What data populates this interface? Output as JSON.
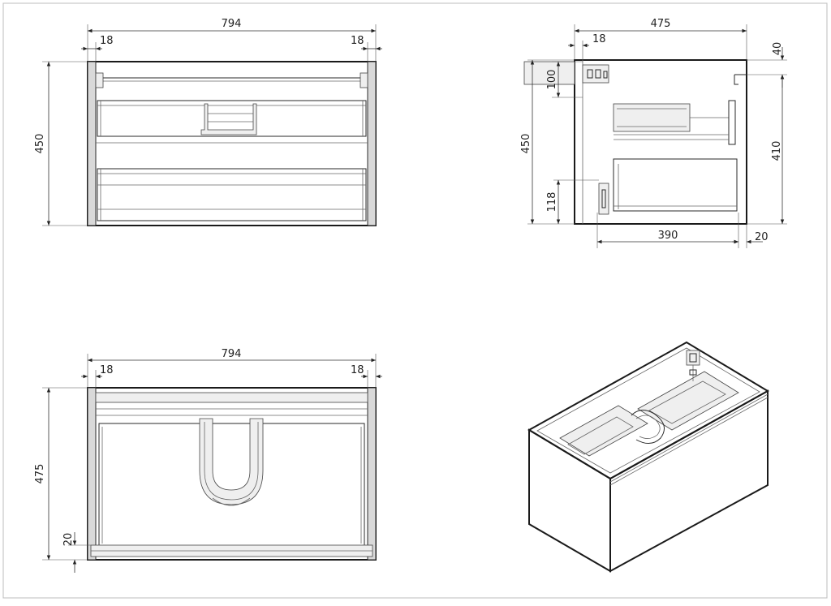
{
  "front_view": {
    "width": "794",
    "left_panel": "18",
    "right_panel": "18",
    "height": "450"
  },
  "side_view": {
    "depth": "475",
    "panel": "18",
    "top_gap": "40",
    "bracket": "100",
    "height": "450",
    "inner_height": "410",
    "bottom": "118",
    "inner_depth": "390",
    "back_gap": "20"
  },
  "top_view": {
    "width": "794",
    "left_panel": "18",
    "right_panel": "18",
    "depth": "475",
    "back": "20"
  },
  "iso_view": {}
}
